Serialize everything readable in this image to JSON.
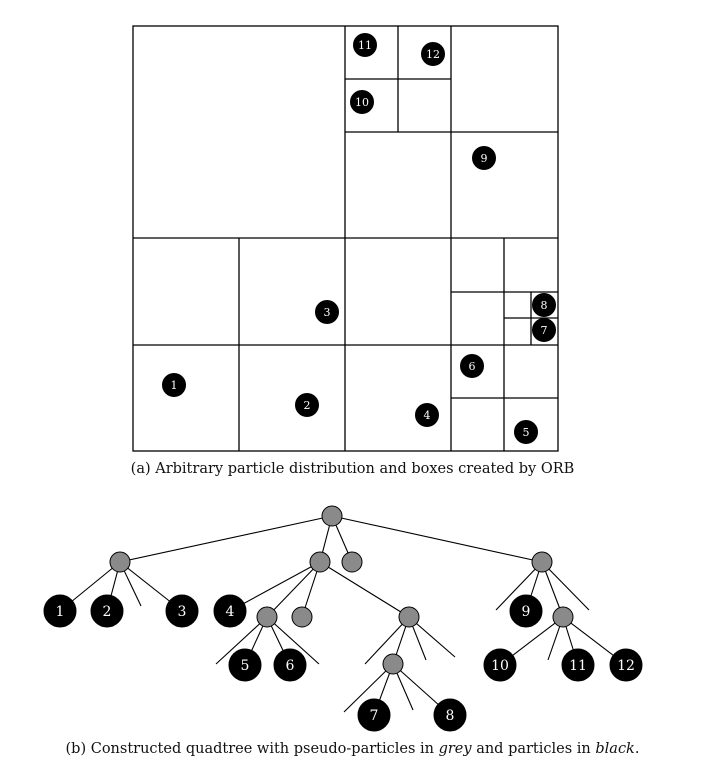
{
  "figure_a": {
    "caption": "(a) Arbitrary particle distribution and boxes created by ORB",
    "particles": [
      {
        "label": "1"
      },
      {
        "label": "2"
      },
      {
        "label": "3"
      },
      {
        "label": "4"
      },
      {
        "label": "5"
      },
      {
        "label": "6"
      },
      {
        "label": "7"
      },
      {
        "label": "8"
      },
      {
        "label": "9"
      },
      {
        "label": "10"
      },
      {
        "label": "11"
      },
      {
        "label": "12"
      }
    ]
  },
  "figure_b": {
    "caption_prefix": "(b) Constructed quadtree with pseudo-particles in ",
    "caption_grey": "grey",
    "caption_middle": " and particles in ",
    "caption_black": "black",
    "caption_suffix": ".",
    "leaf_labels": [
      "1",
      "2",
      "3",
      "4",
      "5",
      "6",
      "7",
      "8",
      "9",
      "10",
      "11",
      "12"
    ]
  },
  "colors": {
    "particle": "#000000",
    "pseudo_particle": "#8a8a8a",
    "line": "#000000",
    "label": "#ffffff"
  }
}
